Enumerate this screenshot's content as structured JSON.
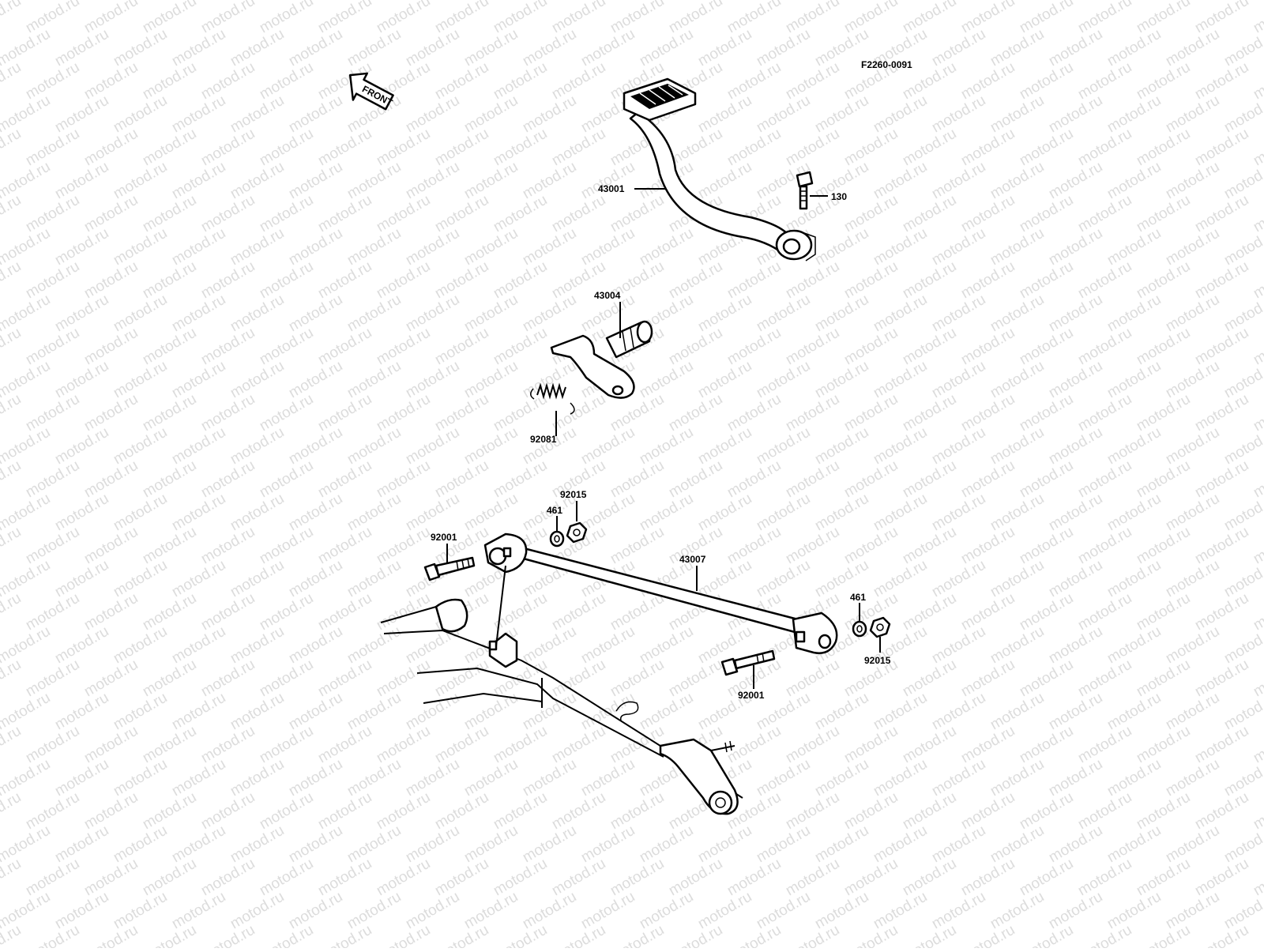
{
  "diagram": {
    "figure_code": "F2260-0091",
    "direction_label": "FRONT",
    "watermark_text": "motod.ru",
    "part_labels": {
      "brake_pedal": "43001",
      "pedal_bolt": "130",
      "pedal_shaft": "43004",
      "return_spring": "92081",
      "rod_nut_front": "92015",
      "rod_washer_front": "461",
      "rod_bolt_front": "92001",
      "brake_rod": "43007",
      "rod_washer_rear": "461",
      "rod_nut_rear": "92015",
      "rod_bolt_rear": "92001"
    }
  }
}
